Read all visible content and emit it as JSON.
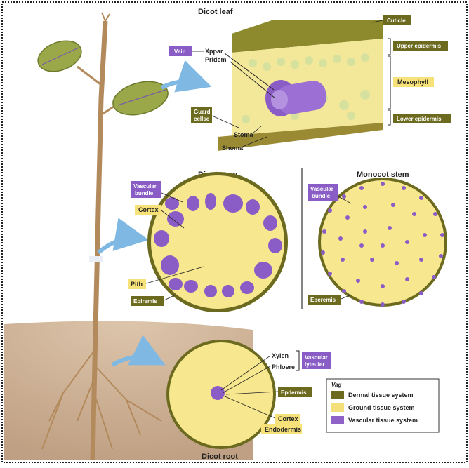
{
  "leaf": {
    "title": "Dicot leaf",
    "labels": {
      "cuticle": "Cuticle",
      "upper_epidermis": "Upper epidermis",
      "mesophyll": "Mesophyll",
      "lower_epidermis": "Lower epidermis",
      "vein": "Vein",
      "xylem": "Xppar",
      "phloem": "Pridem",
      "guard_cells_1": "Guard",
      "guard_cells_2": "cellse",
      "stoma_1": "Stoma",
      "stoma_2": "Shoma"
    }
  },
  "dicot_stem": {
    "title": "Dicot stem",
    "labels": {
      "vascular_bundle_1": "Vascular",
      "vascular_bundle_2": "bundle",
      "cortex": "Cortex",
      "pith": "Pith",
      "epidermis": "Epiremis"
    }
  },
  "monocot_stem": {
    "title": "Monocot stem",
    "labels": {
      "vascular_bundle_1": "Vascular",
      "vascular_bundle_2": "bundle",
      "epidermis": "Eperemis"
    }
  },
  "root": {
    "title": "Dicot root",
    "labels": {
      "xylem": "Xylen",
      "phloem": "Phloere",
      "vascular_cylinder_1": "Vascular",
      "vascular_cylinder_2": "lyteuler",
      "epidermis": "Epdermis",
      "cortex": "Cortex",
      "endodermis": "Endodermis"
    }
  },
  "key": {
    "title": "Vag",
    "items": [
      {
        "label": "Dermal tissue system",
        "color": "#6b6a1e"
      },
      {
        "label": "Ground tissue system",
        "color": "#f3e07a"
      },
      {
        "label": "Vascular tissue system",
        "color": "#8e62c6"
      }
    ]
  },
  "colors": {
    "dermal": "#6b6a1e",
    "ground": "#f7e78f",
    "vascular": "#8a5cc6",
    "soil": "#c9ab8c",
    "arrow": "#7fb8e3"
  }
}
